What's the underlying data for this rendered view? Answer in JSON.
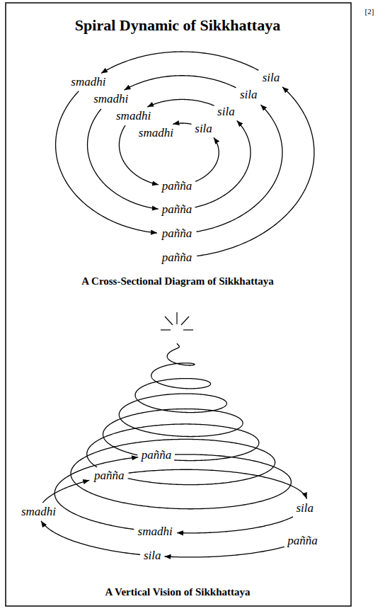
{
  "diagram": {
    "title": "Spiral Dynamic of Sikkhattaya",
    "labels": [
      "[2]",
      "pañña",
      "sila",
      "smadhi",
      "pañña",
      "sila",
      "smadhi",
      "pañña",
      "sila",
      "smadhi",
      "pañña",
      "sila",
      "smadhi",
      "A Cross-Sectional Diagram of Sikkhattaya",
      "pañña",
      "sila",
      "smadhi",
      "pañña",
      "sila",
      "smadhi",
      "pañña",
      "A Vertical Vision of Sikkhattaya"
    ]
  }
}
